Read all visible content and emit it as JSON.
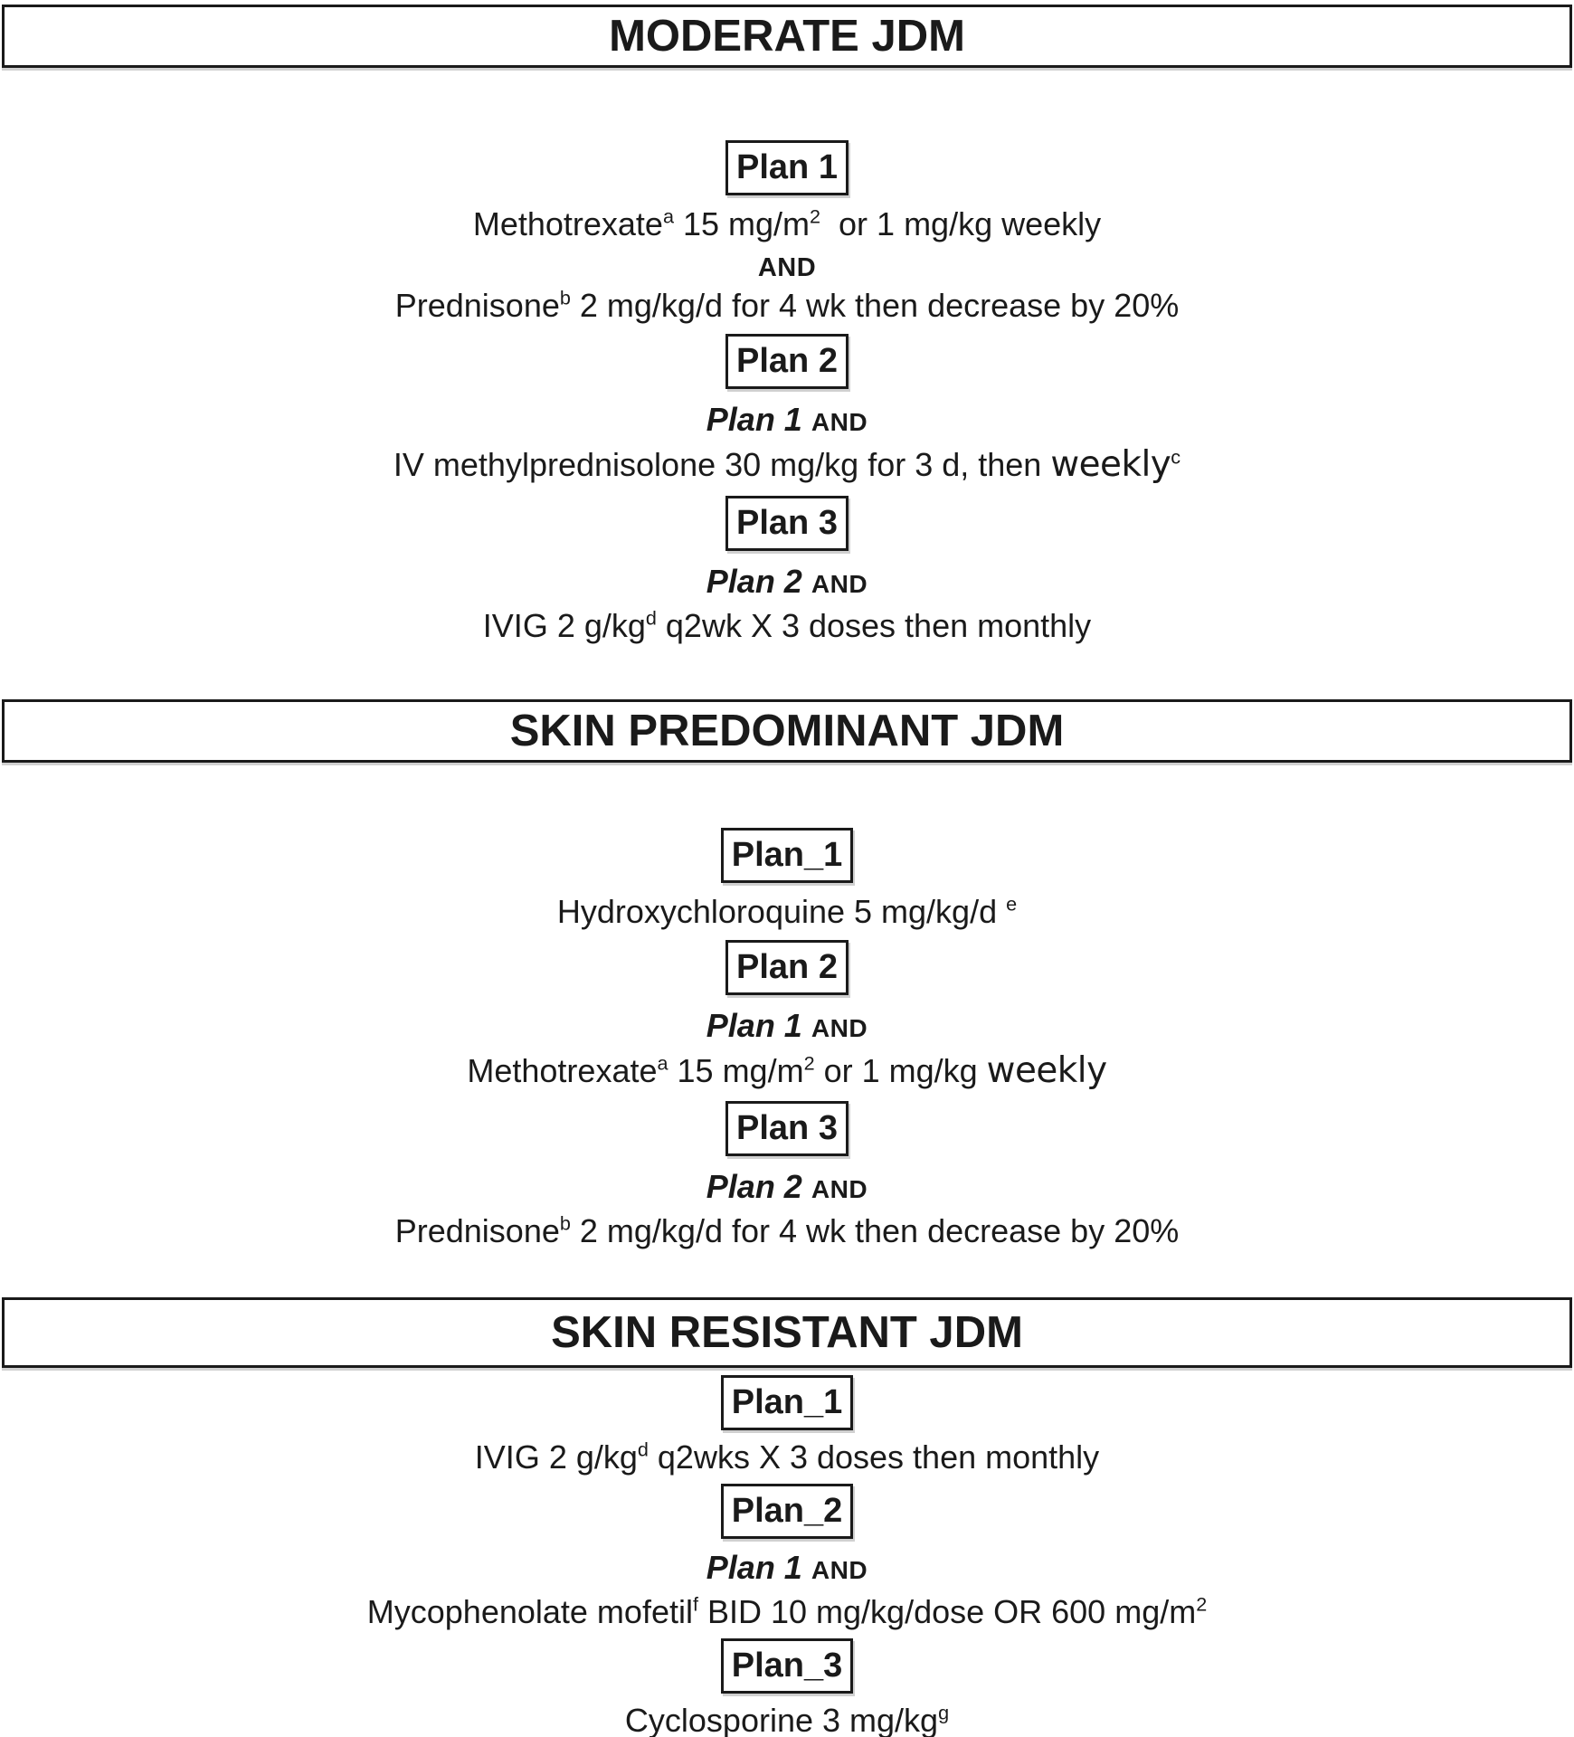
{
  "figure": {
    "sections": [
      {
        "id": "moderate-jdm",
        "title": "MODERATE JDM",
        "items": [
          {
            "kind": "plan",
            "label": "Plan 1"
          },
          {
            "kind": "text",
            "segments": [
              {
                "t": "Methotrexate"
              },
              {
                "t": "a",
                "s": "sup"
              },
              {
                "t": " 15 mg/m"
              },
              {
                "t": "2",
                "s": "sup"
              },
              {
                "t": "  or 1 mg/kg weekly"
              }
            ]
          },
          {
            "kind": "and",
            "segments": [
              {
                "t": "AND",
                "s": "andword"
              }
            ]
          },
          {
            "kind": "text",
            "segments": [
              {
                "t": "Prednisone"
              },
              {
                "t": "b",
                "s": "sup"
              },
              {
                "t": " 2 mg/kg/d for 4 wk then decrease by 20%"
              }
            ]
          },
          {
            "kind": "plan",
            "label": "Plan 2"
          },
          {
            "kind": "ref",
            "segments": [
              {
                "t": "Plan 1",
                "s": "planref"
              },
              {
                "t": " "
              },
              {
                "t": "AND",
                "s": "andword"
              }
            ]
          },
          {
            "kind": "text",
            "segments": [
              {
                "t": "IV methylprednisolone 30 mg/kg for 3 d, then "
              },
              {
                "t": "weekly",
                "s": "big"
              },
              {
                "t": "c",
                "s": "sup"
              }
            ]
          },
          {
            "kind": "plan",
            "label": "Plan 3"
          },
          {
            "kind": "ref",
            "segments": [
              {
                "t": "Plan 2",
                "s": "planref"
              },
              {
                "t": " "
              },
              {
                "t": "AND",
                "s": "andword"
              }
            ]
          },
          {
            "kind": "text",
            "segments": [
              {
                "t": "IVIG 2 g/kg"
              },
              {
                "t": "d",
                "s": "sup"
              },
              {
                "t": " q2wk X 3 doses then monthly"
              }
            ]
          }
        ]
      },
      {
        "id": "skin-predominant-jdm",
        "title": "SKIN PREDOMINANT JDM",
        "items": [
          {
            "kind": "plan",
            "label": "Plan_1"
          },
          {
            "kind": "text",
            "segments": [
              {
                "t": "Hydroxychloroquine 5 mg/kg/d"
              },
              {
                "t": " "
              },
              {
                "t": "e",
                "s": "sup"
              }
            ]
          },
          {
            "kind": "plan",
            "label": "Plan 2"
          },
          {
            "kind": "ref",
            "segments": [
              {
                "t": "Plan 1",
                "s": "planref"
              },
              {
                "t": " "
              },
              {
                "t": "AND",
                "s": "andword"
              }
            ]
          },
          {
            "kind": "text",
            "segments": [
              {
                "t": "Methotrexate"
              },
              {
                "t": "a",
                "s": "sup"
              },
              {
                "t": " 15 mg/m"
              },
              {
                "t": "2",
                "s": "sup"
              },
              {
                "t": " or 1 mg/kg "
              },
              {
                "t": "weekly",
                "s": "big"
              }
            ]
          },
          {
            "kind": "plan",
            "label": "Plan 3"
          },
          {
            "kind": "ref",
            "segments": [
              {
                "t": "Plan 2",
                "s": "planref"
              },
              {
                "t": " "
              },
              {
                "t": "AND",
                "s": "andword"
              }
            ]
          },
          {
            "kind": "text",
            "segments": [
              {
                "t": "Prednisone"
              },
              {
                "t": "b",
                "s": "sup"
              },
              {
                "t": " 2 mg/kg/d for 4 wk then decrease by 20%"
              }
            ]
          }
        ]
      },
      {
        "id": "skin-resistant-jdm",
        "title": "SKIN RESISTANT JDM",
        "items": [
          {
            "kind": "plan",
            "label": "Plan_1"
          },
          {
            "kind": "text",
            "segments": [
              {
                "t": "IVIG 2 g/kg"
              },
              {
                "t": "d",
                "s": "sup"
              },
              {
                "t": " q2wks X 3 doses then monthly"
              }
            ]
          },
          {
            "kind": "plan",
            "label": "Plan_2"
          },
          {
            "kind": "ref",
            "segments": [
              {
                "t": "Plan 1",
                "s": "planref"
              },
              {
                "t": " "
              },
              {
                "t": "AND",
                "s": "andword"
              }
            ]
          },
          {
            "kind": "text",
            "segments": [
              {
                "t": "Mycophenolate mofetil"
              },
              {
                "t": "f",
                "s": "sup"
              },
              {
                "t": " BID 10 mg/kg/dose OR 600 mg/m"
              },
              {
                "t": "2",
                "s": "sup"
              }
            ]
          },
          {
            "kind": "plan",
            "label": "Plan_3"
          },
          {
            "kind": "text",
            "segments": [
              {
                "t": "Cyclosporine 3 mg/kg"
              },
              {
                "t": "g",
                "s": "sup"
              }
            ]
          }
        ]
      }
    ]
  },
  "colors": {
    "text": "#1a1a1a",
    "border": "#1a1a1a",
    "background": "#ffffff"
  }
}
